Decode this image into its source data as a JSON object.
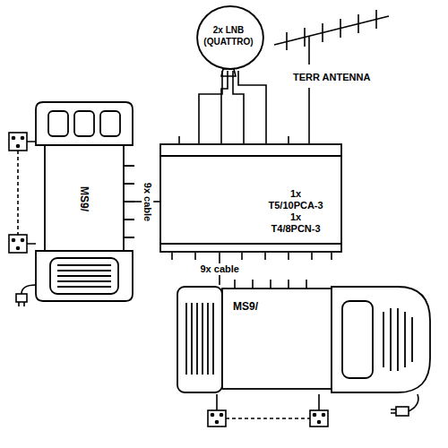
{
  "diagram": {
    "nodes": [
      {
        "text": [
          "2x LNB (QUATTRO)"
        ]
      },
      {
        "text": [
          "TERR ANTENNA"
        ]
      },
      {
        "text": [
          "MS9/"
        ]
      },
      {
        "text": [
          "1x",
          "T5/10PCA-3",
          "1x",
          "T4/8PCN-3"
        ]
      },
      {
        "text": [
          "MS9/"
        ]
      }
    ],
    "edges": [
      {
        "from": 0,
        "to": 3,
        "arrow": "none"
      },
      {
        "from": 0,
        "to": 3,
        "arrow": "none"
      },
      {
        "from": 0,
        "to": 3,
        "arrow": "none"
      },
      {
        "from": 0,
        "to": 3,
        "arrow": "none"
      },
      {
        "from": 1,
        "to": 3,
        "arrow": "none"
      },
      {
        "from": 3,
        "to": 2,
        "label": "9x cable",
        "arrow": "none"
      },
      {
        "from": 3,
        "to": 4,
        "label": "9x cable",
        "arrow": "none"
      }
    ]
  }
}
